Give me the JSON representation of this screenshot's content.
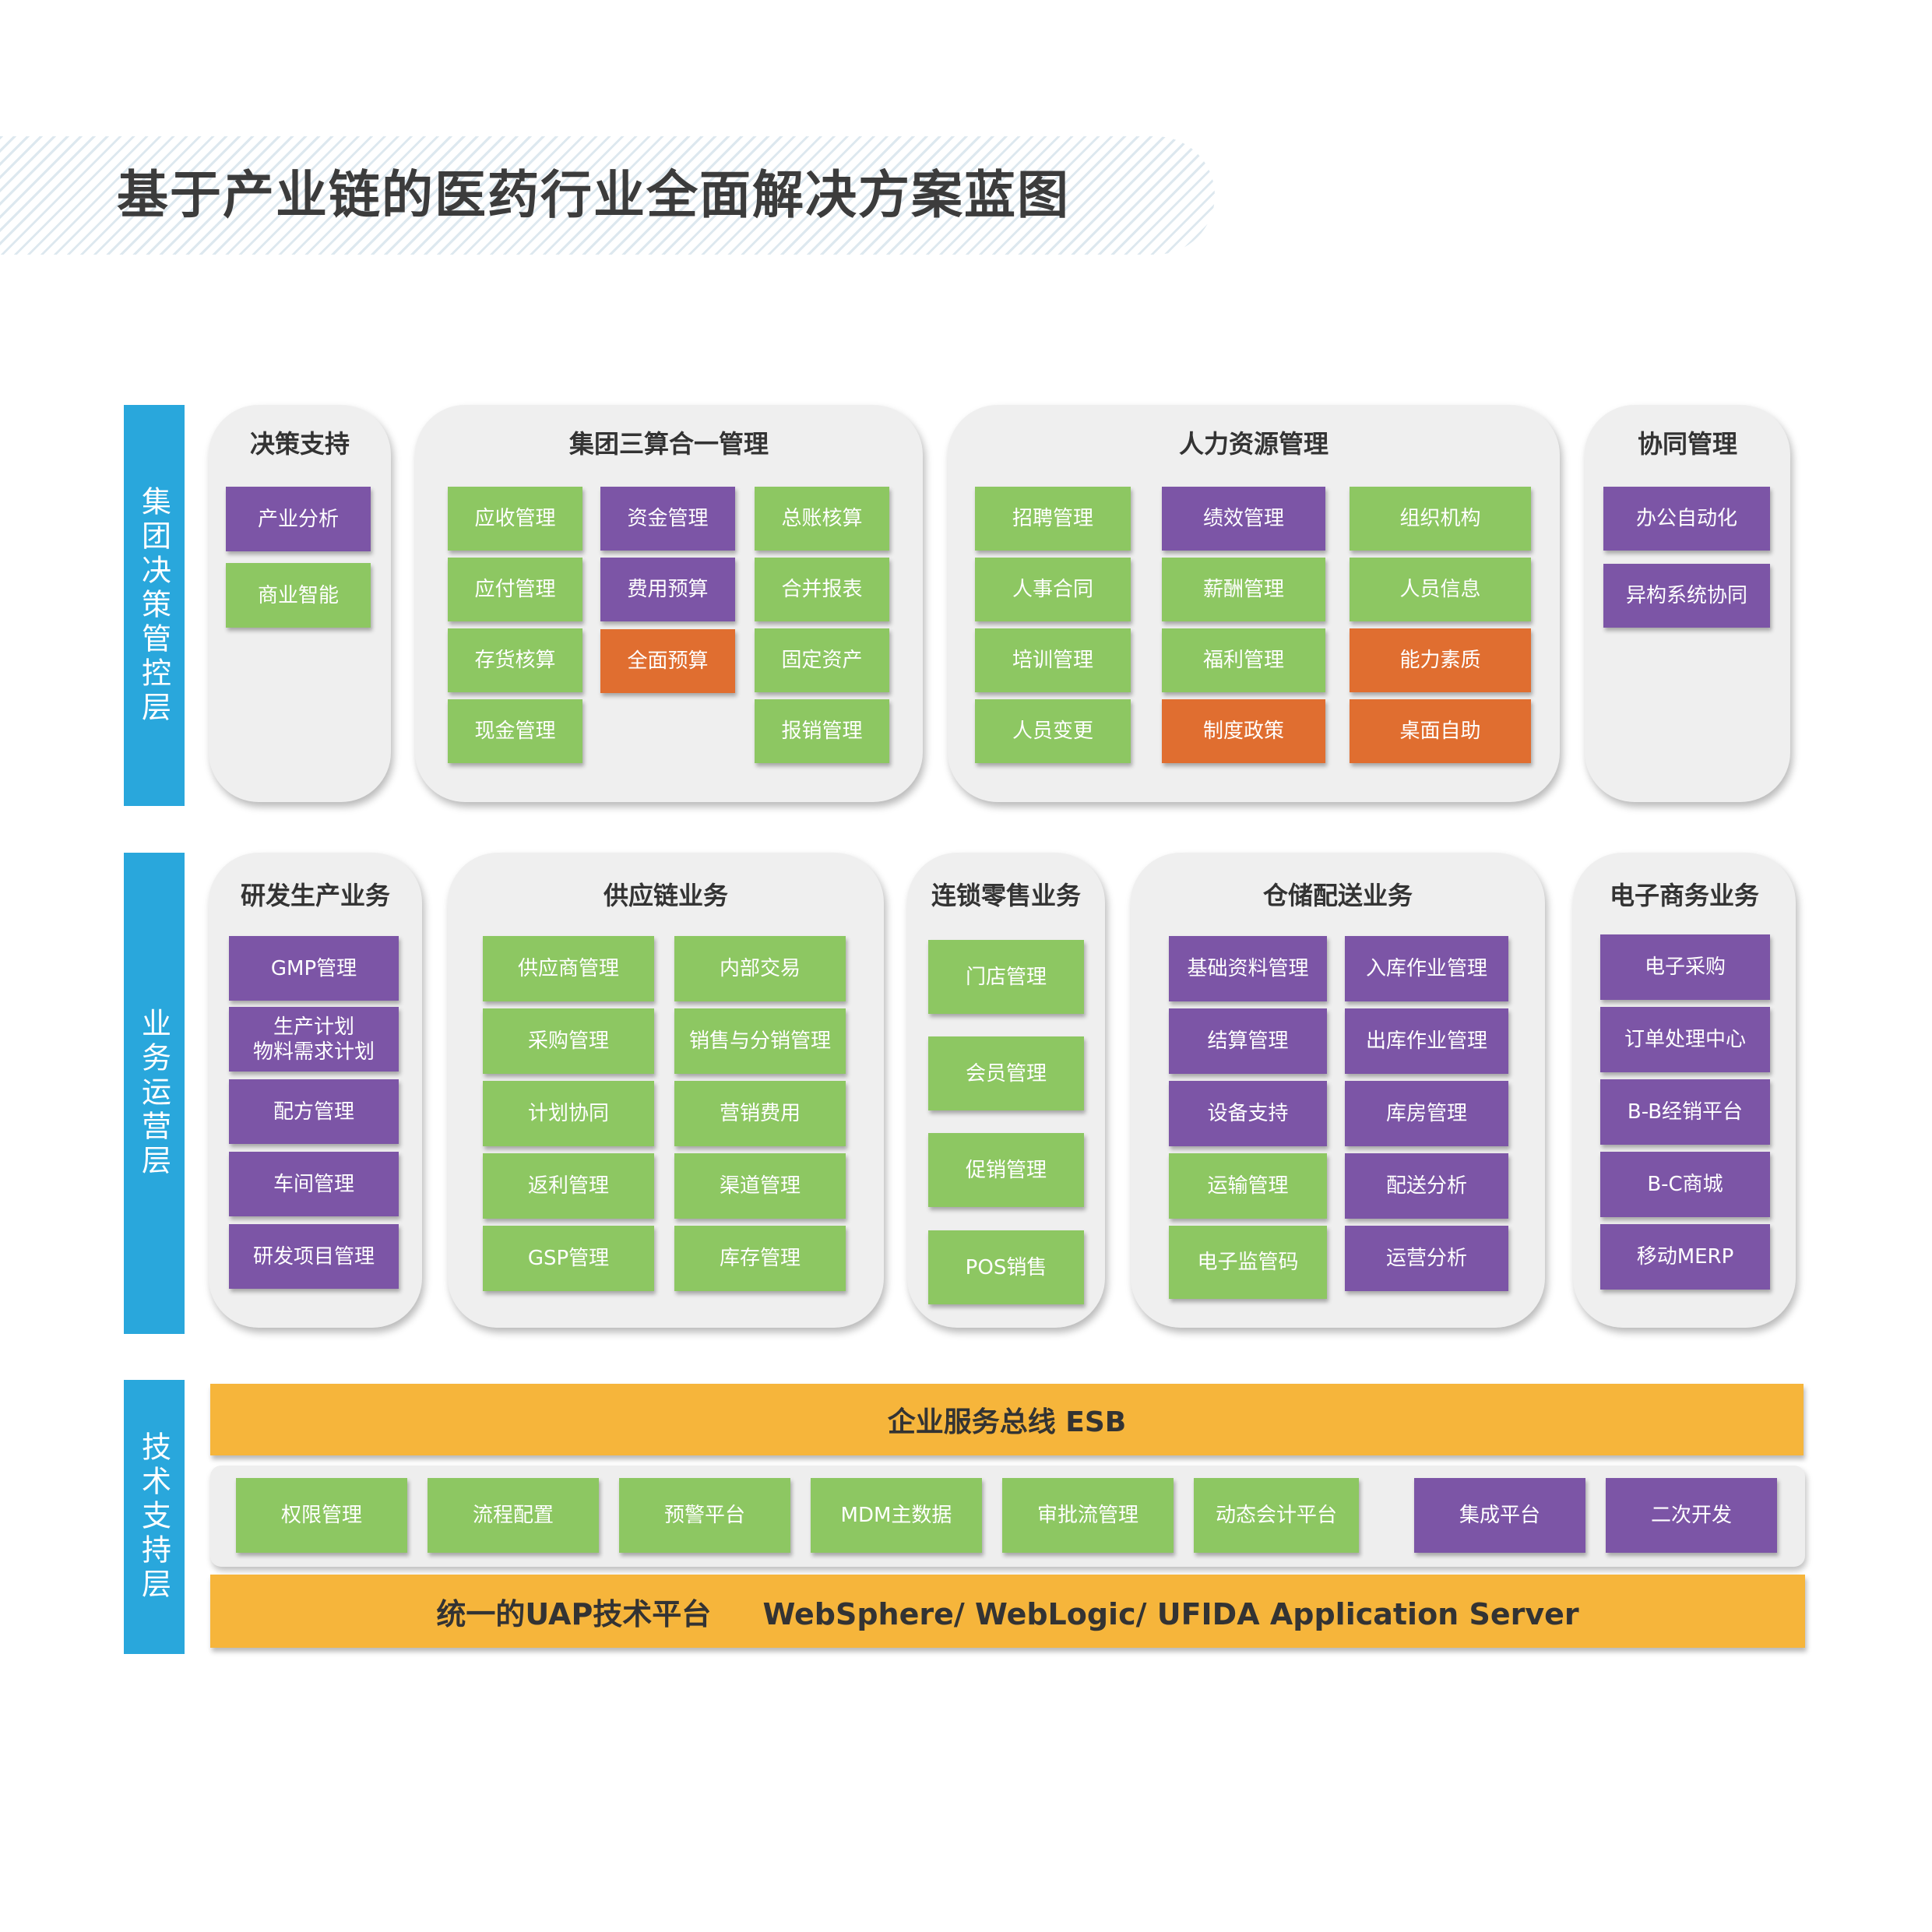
{
  "title": "基于产业链的医药行业全面解决方案蓝图",
  "colors": {
    "layer_bar": "#29a7dc",
    "green": "#8dc762",
    "purple": "#7c55a6",
    "orange": "#e06e30",
    "bus": "#f6b53b",
    "panel": "#efefef"
  },
  "layers": {
    "decision": {
      "label": "集团决策管控层"
    },
    "operations": {
      "label": "业务运营层"
    },
    "tech": {
      "label": "技术支持层"
    }
  },
  "groups": {
    "decision_support": {
      "title": "决策支持",
      "items": [
        {
          "label": "产业分析",
          "color": "purple"
        },
        {
          "label": "商业智能",
          "color": "green"
        }
      ]
    },
    "finance": {
      "title": "集团三算合一管理",
      "items": [
        {
          "label": "应收管理",
          "color": "green"
        },
        {
          "label": "资金管理",
          "color": "purple"
        },
        {
          "label": "总账核算",
          "color": "green"
        },
        {
          "label": "应付管理",
          "color": "green"
        },
        {
          "label": "费用预算",
          "color": "purple"
        },
        {
          "label": "合并报表",
          "color": "green"
        },
        {
          "label": "存货核算",
          "color": "green"
        },
        {
          "label": "全面预算",
          "color": "orange"
        },
        {
          "label": "固定资产",
          "color": "green"
        },
        {
          "label": "现金管理",
          "color": "green"
        },
        {
          "label": "报销管理",
          "color": "green"
        }
      ]
    },
    "hr": {
      "title": "人力资源管理",
      "items": [
        {
          "label": "招聘管理",
          "color": "green"
        },
        {
          "label": "绩效管理",
          "color": "purple"
        },
        {
          "label": "组织机构",
          "color": "green"
        },
        {
          "label": "人事合同",
          "color": "green"
        },
        {
          "label": "薪酬管理",
          "color": "green"
        },
        {
          "label": "人员信息",
          "color": "green"
        },
        {
          "label": "培训管理",
          "color": "green"
        },
        {
          "label": "福利管理",
          "color": "green"
        },
        {
          "label": "能力素质",
          "color": "orange"
        },
        {
          "label": "人员变更",
          "color": "green"
        },
        {
          "label": "制度政策",
          "color": "orange"
        },
        {
          "label": "桌面自助",
          "color": "orange"
        }
      ]
    },
    "collab": {
      "title": "协同管理",
      "items": [
        {
          "label": "办公自动化",
          "color": "purple"
        },
        {
          "label": "异构系统协同",
          "color": "purple"
        }
      ]
    },
    "rd": {
      "title": "研发生产业务",
      "items": [
        {
          "label": "GMP管理",
          "color": "purple"
        },
        {
          "label": "生产计划\n物料需求计划",
          "color": "purple"
        },
        {
          "label": "配方管理",
          "color": "purple"
        },
        {
          "label": "车间管理",
          "color": "purple"
        },
        {
          "label": "研发项目管理",
          "color": "purple"
        }
      ]
    },
    "supply": {
      "title": "供应链业务",
      "items": [
        {
          "label": "供应商管理",
          "color": "green"
        },
        {
          "label": "内部交易",
          "color": "green"
        },
        {
          "label": "采购管理",
          "color": "green"
        },
        {
          "label": "销售与分销管理",
          "color": "green"
        },
        {
          "label": "计划协同",
          "color": "green"
        },
        {
          "label": "营销费用",
          "color": "green"
        },
        {
          "label": "返利管理",
          "color": "green"
        },
        {
          "label": "渠道管理",
          "color": "green"
        },
        {
          "label": "GSP管理",
          "color": "green"
        },
        {
          "label": "库存管理",
          "color": "green"
        }
      ]
    },
    "retail": {
      "title": "连锁零售业务",
      "items": [
        {
          "label": "门店管理",
          "color": "green"
        },
        {
          "label": "会员管理",
          "color": "green"
        },
        {
          "label": "促销管理",
          "color": "green"
        },
        {
          "label": "POS销售",
          "color": "green"
        }
      ]
    },
    "warehouse": {
      "title": "仓储配送业务",
      "items": [
        {
          "label": "基础资料管理",
          "color": "purple"
        },
        {
          "label": "入库作业管理",
          "color": "purple"
        },
        {
          "label": "结算管理",
          "color": "purple"
        },
        {
          "label": "出库作业管理",
          "color": "purple"
        },
        {
          "label": "设备支持",
          "color": "purple"
        },
        {
          "label": "库房管理",
          "color": "purple"
        },
        {
          "label": "运输管理",
          "color": "green"
        },
        {
          "label": "配送分析",
          "color": "purple"
        },
        {
          "label": "电子监管码",
          "color": "green"
        },
        {
          "label": "运营分析",
          "color": "purple"
        }
      ]
    },
    "ecommerce": {
      "title": "电子商务业务",
      "items": [
        {
          "label": "电子采购",
          "color": "purple"
        },
        {
          "label": "订单处理中心",
          "color": "purple"
        },
        {
          "label": "B-B经销平台",
          "color": "purple"
        },
        {
          "label": "B-C商城",
          "color": "purple"
        },
        {
          "label": "移动MERP",
          "color": "purple"
        }
      ]
    }
  },
  "tech": {
    "esb_label": "企业服务总线 ESB",
    "tools": [
      {
        "label": "权限管理",
        "color": "green"
      },
      {
        "label": "流程配置",
        "color": "green"
      },
      {
        "label": "预警平台",
        "color": "green"
      },
      {
        "label": "MDM主数据",
        "color": "green"
      },
      {
        "label": "审批流管理",
        "color": "green"
      },
      {
        "label": "动态会计平台",
        "color": "green"
      },
      {
        "label": "集成平台",
        "color": "purple"
      },
      {
        "label": "二次开发",
        "color": "purple"
      }
    ],
    "platform_label": "统一的UAP技术平台     WebSphere/ WebLogic/ UFIDA Application Server"
  }
}
